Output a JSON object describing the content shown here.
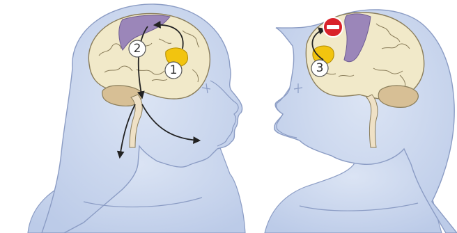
{
  "markers": [
    {
      "id": "marker-1",
      "label": "1"
    },
    {
      "id": "marker-2",
      "label": "2"
    },
    {
      "id": "marker-3",
      "label": "3"
    }
  ],
  "stop_sign": {
    "icon": "no-entry-icon",
    "color": "#d9222a"
  },
  "colors": {
    "figure_fill": "#c9d6ee",
    "figure_stroke": "#8b9cc4",
    "brain_fill": "#f1e9c9",
    "brain_stroke": "#8a7d5a",
    "motor_region": "#9b86b9",
    "language_region": "#f2c40f",
    "cerebellum": "#d7bf95",
    "spinal_cord": "#efe1c6",
    "arrow": "#222222"
  }
}
